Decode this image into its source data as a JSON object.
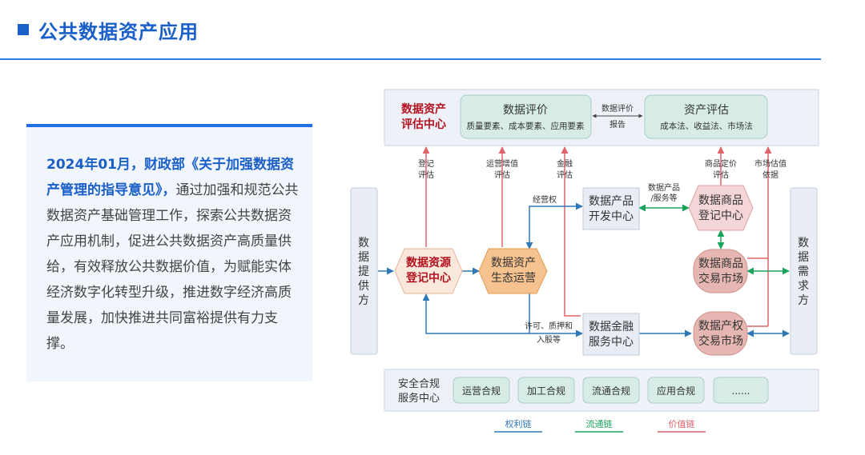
{
  "header": {
    "title": "公共数据资产应用",
    "accent_color": "#1b5fc8"
  },
  "text_panel": {
    "highlight": "2024年01月，财政部《关于加强数据资产管理的指导意见》，",
    "body": "通过加强和规范公共数据资产基础管理工作，探索公共数据资产应用机制，促进公共数据资产高质量供给，有效释放公共数据价值，为赋能实体经济数字化转型升级，推进数字经济高质量发展，加快推进共同富裕提供有力支撑。"
  },
  "diagram": {
    "eval_center": {
      "title_lines": [
        "数据资产",
        "评估中心"
      ],
      "quality": {
        "title": "数据评价",
        "sub": "质量要素、成本要素、应用要素"
      },
      "report_lines": [
        "数据评价",
        "报告"
      ],
      "asset": {
        "title": "资产评估",
        "sub": "成本法、收益法、市场法"
      }
    },
    "supply_side": [
      "数",
      "据",
      "提",
      "供",
      "方"
    ],
    "demand_side": [
      "数",
      "据",
      "需",
      "求",
      "方"
    ],
    "registry": [
      "数据资源",
      "登记中心"
    ],
    "ecosystem": [
      "数据资产",
      "生态运营"
    ],
    "product_dev": [
      "数据产品",
      "开发中心"
    ],
    "finance": [
      "数据金融",
      "服务中心"
    ],
    "goods_reg": [
      "数据商品",
      "登记中心"
    ],
    "goods_market": [
      "数据商品",
      "交易市场"
    ],
    "property_market": [
      "数据产权",
      "交易市场"
    ],
    "flow_labels": {
      "register_eval": [
        "登记",
        "评估"
      ],
      "ops_eval": [
        "运营增值",
        "评估"
      ],
      "fin_eval": [
        "金融",
        "评估"
      ],
      "pricing_eval": [
        "商品定价",
        "评估"
      ],
      "market_basis": [
        "市场估值",
        "依据"
      ],
      "operating_right": "经营权",
      "products_services": [
        "数据产品",
        "/服务等"
      ],
      "license": [
        "许可、质押和",
        "入股等"
      ]
    },
    "compliance": {
      "title_lines": [
        "安全合规",
        "服务中心"
      ],
      "items": [
        "运营合规",
        "加工合规",
        "流通合规",
        "应用合规",
        "......"
      ]
    },
    "legend": [
      {
        "label": "权利链",
        "color": "#2f78b8"
      },
      {
        "label": "流通链",
        "color": "#1aa35a"
      },
      {
        "label": "价值链",
        "color": "#e0626a"
      }
    ]
  }
}
